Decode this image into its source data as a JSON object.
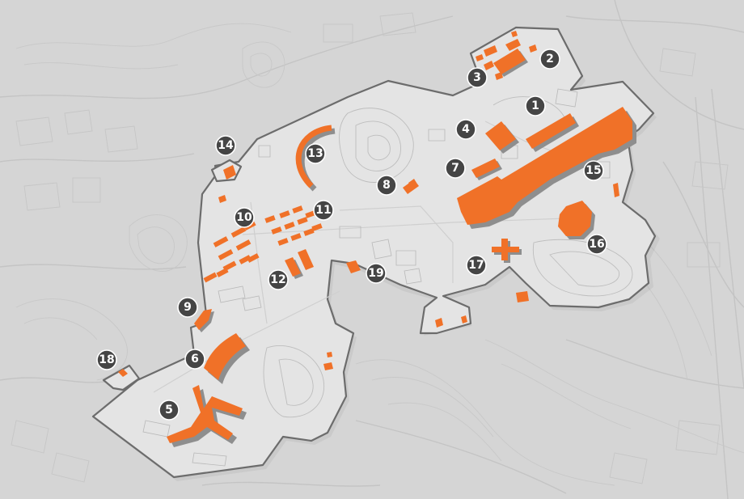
{
  "map": {
    "colors": {
      "background": "#d5d5d5",
      "site_fill": "#e4e4e4",
      "site_outline": "#6c6c6c",
      "building": "#f07128",
      "building_shadow": "#8e8e8e",
      "marker_fill": "#454545",
      "marker_text": "#ffffff"
    },
    "markers": [
      {
        "id": "1",
        "label": "1"
      },
      {
        "id": "2",
        "label": "2"
      },
      {
        "id": "3",
        "label": "3"
      },
      {
        "id": "4",
        "label": "4"
      },
      {
        "id": "5",
        "label": "5"
      },
      {
        "id": "6",
        "label": "6"
      },
      {
        "id": "7",
        "label": "7"
      },
      {
        "id": "8",
        "label": "8"
      },
      {
        "id": "9",
        "label": "9"
      },
      {
        "id": "10",
        "label": "10"
      },
      {
        "id": "11",
        "label": "11"
      },
      {
        "id": "12",
        "label": "12"
      },
      {
        "id": "13",
        "label": "13"
      },
      {
        "id": "14",
        "label": "14"
      },
      {
        "id": "15",
        "label": "15"
      },
      {
        "id": "16",
        "label": "16"
      },
      {
        "id": "17",
        "label": "17"
      },
      {
        "id": "18",
        "label": "18"
      },
      {
        "id": "19",
        "label": "19"
      }
    ]
  }
}
